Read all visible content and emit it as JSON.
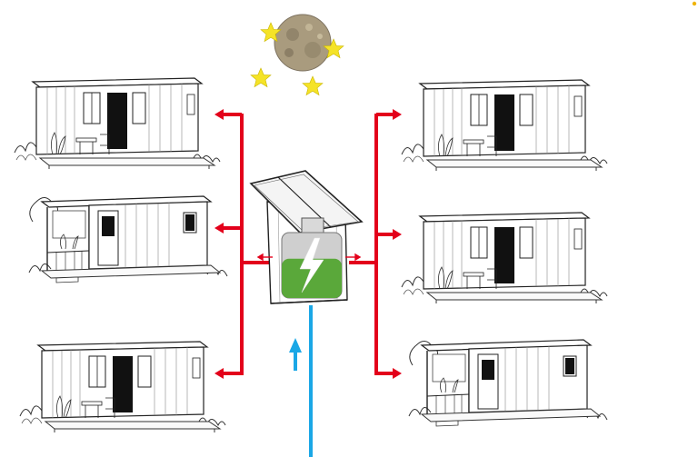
{
  "colors": {
    "distribution": "#e3001b",
    "supply": "#1aa7e6",
    "battery_charge": "#5aa83a",
    "battery_body": "#cfcfcf",
    "bolt": "#ffffff",
    "star": "#f5e327",
    "moon": "#a99b7e",
    "line_art": "#222222",
    "accent_dot": "#f0b400"
  },
  "icons": {
    "moon": "moon-icon",
    "star": "star-icon",
    "battery": "battery-icon",
    "solar_panel": "solar-panel-icon",
    "cabin": "mobile-home-icon"
  },
  "battery": {
    "charge_fraction": 0.6
  },
  "night_scene": {
    "star_count": 4
  },
  "cabins": {
    "left": [
      "cabin-left-top",
      "cabin-left-middle",
      "cabin-left-bottom"
    ],
    "right": [
      "cabin-right-top",
      "cabin-right-middle",
      "cabin-right-bottom"
    ]
  }
}
